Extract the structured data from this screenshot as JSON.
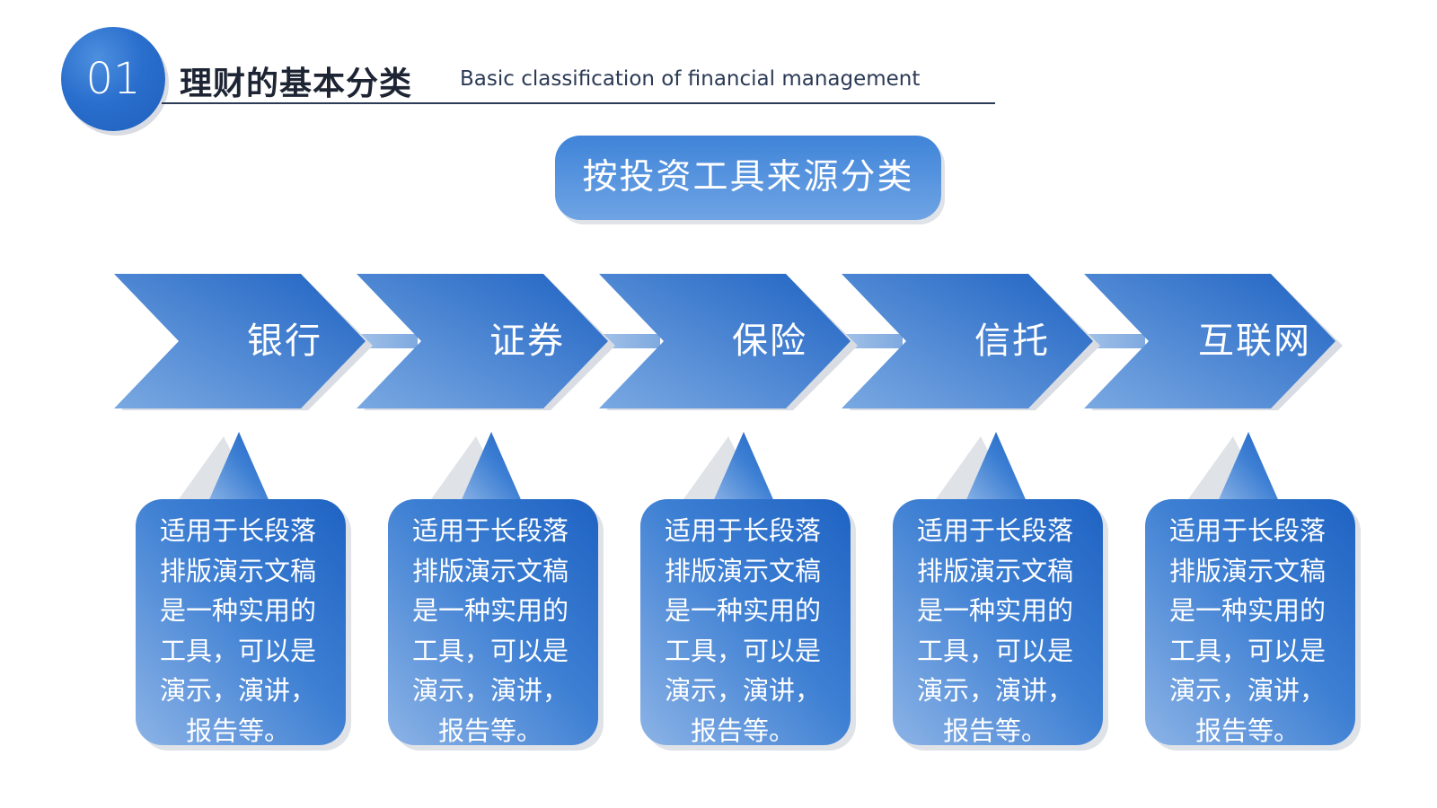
{
  "header": {
    "number": "01",
    "title_cn": "理财的基本分类",
    "title_en": "Basic classification of financial management"
  },
  "category_title": "按投资工具来源分类",
  "colors": {
    "accent_dark": "#1f5fbd",
    "accent_light": "#6ea3e3",
    "shadow": "#d9dde3"
  },
  "stages": [
    {
      "label": "银行",
      "desc": "适用于长段落排版演示文稿是一种实用的工具，可以是演示，演讲，报告等。"
    },
    {
      "label": "证券",
      "desc": "适用于长段落排版演示文稿是一种实用的工具，可以是演示，演讲，报告等。"
    },
    {
      "label": "保险",
      "desc": "适用于长段落排版演示文稿是一种实用的工具，可以是演示，演讲，报告等。"
    },
    {
      "label": "信托",
      "desc": "适用于长段落排版演示文稿是一种实用的工具，可以是演示，演讲，报告等。"
    },
    {
      "label": "互联网",
      "desc": "适用于长段落排版演示文稿是一种实用的工具，可以是演示，演讲，报告等。"
    }
  ]
}
